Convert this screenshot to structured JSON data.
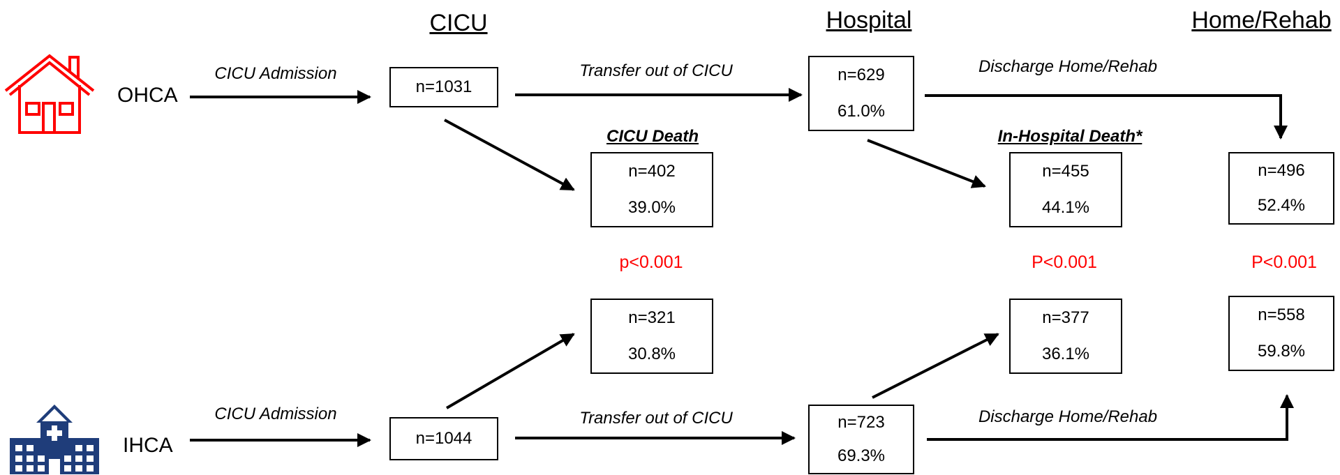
{
  "headers": {
    "cicu": "CICU",
    "hospital": "Hospital",
    "home": "Home/Rehab"
  },
  "groups": {
    "ohca": "OHCA",
    "ihca": "IHCA"
  },
  "edges": {
    "admission": "CICU Admission",
    "transfer": "Transfer out of CICU",
    "discharge": "Discharge Home/Rehab"
  },
  "death_labels": {
    "cicu": "CICU Death",
    "hospital": "In-Hospital Death*"
  },
  "pvalues": {
    "cicu": "p<0.001",
    "hospital": "P<0.001",
    "home": "P<0.001"
  },
  "boxes": {
    "ohca_cicu": {
      "n": "n=1031"
    },
    "ohca_hospital": {
      "n": "n=629",
      "pct": "61.0%"
    },
    "ohca_cicu_death": {
      "n": "n=402",
      "pct": "39.0%"
    },
    "ohca_hosp_death": {
      "n": "n=455",
      "pct": "44.1%"
    },
    "ohca_home": {
      "n": "n=496",
      "pct": "52.4%"
    },
    "ihca_cicu_death": {
      "n": "n=321",
      "pct": "30.8%"
    },
    "ihca_hosp_death": {
      "n": "n=377",
      "pct": "36.1%"
    },
    "ihca_home": {
      "n": "n=558",
      "pct": "59.8%"
    },
    "ihca_cicu": {
      "n": "n=1044"
    },
    "ihca_hospital": {
      "n": "n=723",
      "pct": "69.3%"
    }
  },
  "icons": {
    "ohca": "house-icon",
    "ihca": "hospital-icon"
  },
  "colors": {
    "pvalue": "#ff0000",
    "house": "#ff0000",
    "hospital": "#1f3d7a"
  }
}
